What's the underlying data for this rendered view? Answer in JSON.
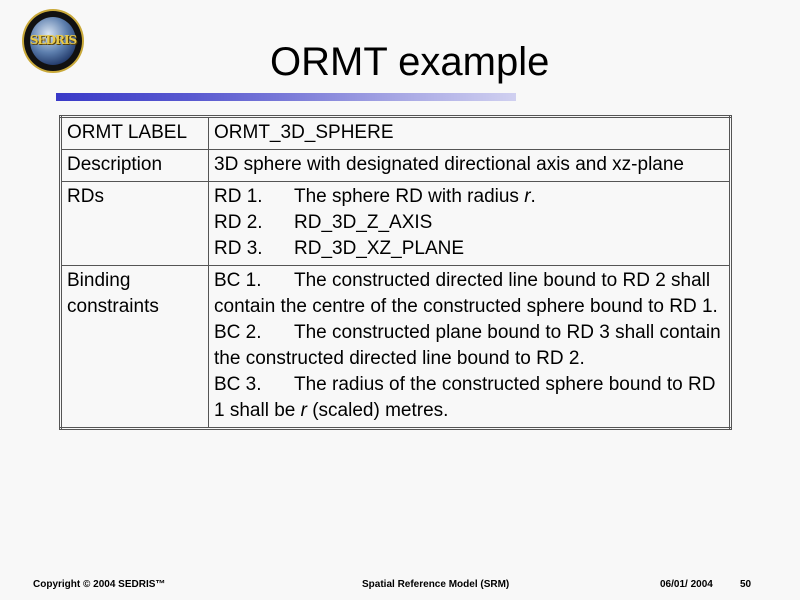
{
  "logo": {
    "text": "SEDRIS"
  },
  "title": "ORMT example",
  "table": {
    "rows": [
      {
        "key": "ORMT LABEL",
        "value": "ORMT_3D_SPHERE"
      },
      {
        "key": "Description",
        "value": "3D sphere with designated directional axis and xz-plane"
      },
      {
        "key": "RDs",
        "items": [
          {
            "num": "RD 1.",
            "pre": "The sphere RD with radius ",
            "em": "r",
            "post": "."
          },
          {
            "num": "RD 2.",
            "pre": "RD_3D_Z_AXIS",
            "em": "",
            "post": ""
          },
          {
            "num": "RD 3.",
            "pre": "RD_3D_XZ_PLANE",
            "em": "",
            "post": ""
          }
        ]
      },
      {
        "key": "Binding constraints",
        "items": [
          {
            "num": "BC 1.",
            "pre": "The constructed directed line bound to RD 2 shall contain the centre of the constructed sphere bound to RD 1.",
            "em": "",
            "post": ""
          },
          {
            "num": "BC 2.",
            "pre": "The constructed plane bound to RD 3 shall contain the constructed directed line bound to RD 2.",
            "em": "",
            "post": ""
          },
          {
            "num": "BC 3.",
            "pre": "The radius of the constructed sphere bound to RD 1 shall be ",
            "em": "r",
            "post": " (scaled) metres."
          }
        ]
      }
    ]
  },
  "footer": {
    "copyright": "Copyright © 2004 SEDRIS™",
    "center": "Spatial Reference Model (SRM)",
    "date": "06/01/ 2004",
    "page": "50"
  }
}
